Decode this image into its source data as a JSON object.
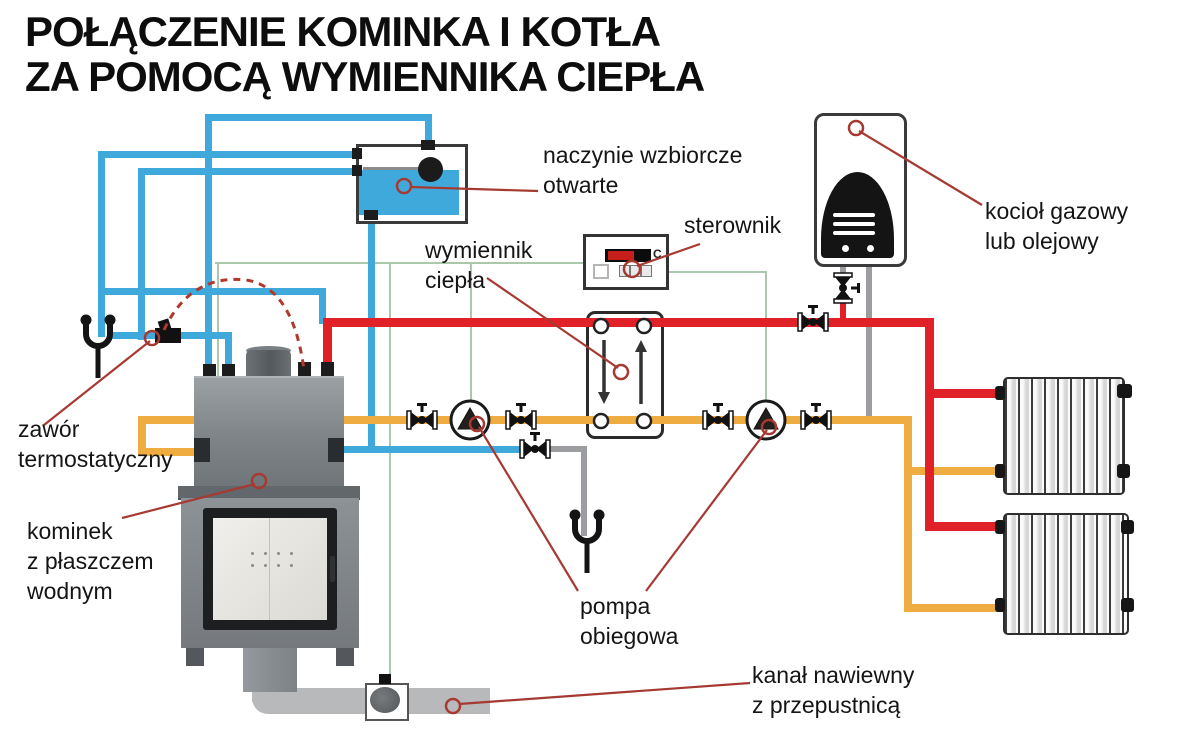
{
  "title": {
    "line1": "POŁĄCZENIE KOMINKA I KOTŁA",
    "line2": "ZA POMOCĄ WYMIENNIKA CIEPŁA"
  },
  "labels": {
    "expansion_vessel": {
      "line1": "naczynie wzbiorcze",
      "line2": "otwarte"
    },
    "controller": {
      "line1": "sterownik"
    },
    "heat_exchanger": {
      "line1": "wymiennik",
      "line2": "ciepła"
    },
    "boiler": {
      "line1": "kocioł gazowy",
      "line2": "lub olejowy"
    },
    "thermostatic_valve": {
      "line1": "zawór",
      "line2": "termostatyczny"
    },
    "fireplace": {
      "line1": "kominek",
      "line2": "z płaszczem",
      "line3": "wodnym"
    },
    "circulation_pump": {
      "line1": "pompa",
      "line2": "obiegowa"
    },
    "air_duct": {
      "line1": "kanał nawiewny",
      "line2": "z przepustnicą"
    }
  },
  "controller_display": {
    "unit": "C"
  },
  "colors": {
    "pipe_cold_blue": "#3FA9DC",
    "pipe_hot_red": "#E02127",
    "pipe_return_orange": "#EFAC41",
    "pipe_gray": "#9B9DA0",
    "control_wire_green": "#A9C8AC",
    "callout_red": "#A63A32",
    "water_blue": "#3FA9DC",
    "ink_black": "#141414"
  }
}
